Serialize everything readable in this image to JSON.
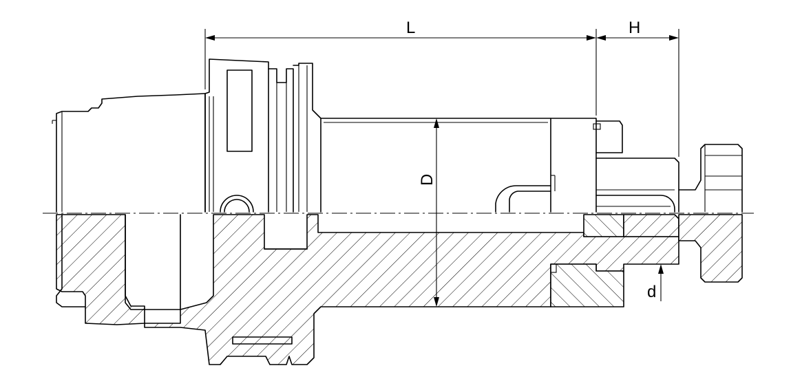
{
  "labels": {
    "L": "L",
    "H": "H",
    "D": "D",
    "d": "d"
  },
  "colors": {
    "line": "#000000",
    "background": "#ffffff"
  }
}
